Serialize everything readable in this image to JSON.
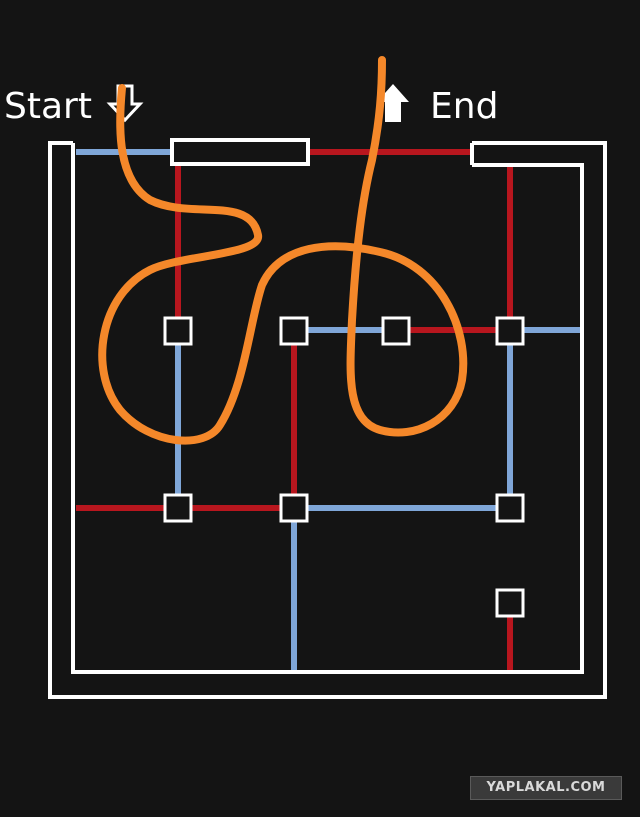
{
  "labels": {
    "start": "Start",
    "end": "End"
  },
  "watermark": "YAPLAKAL.COM",
  "colors": {
    "background": "#141414",
    "wall": "#ffffff",
    "blue_wire": "#7fa6d8",
    "red_wire": "#b8161e",
    "drawn_path": "#f5882a"
  },
  "icons": {
    "start_arrow": "arrow-down-icon",
    "end_arrow": "arrow-up-icon"
  }
}
